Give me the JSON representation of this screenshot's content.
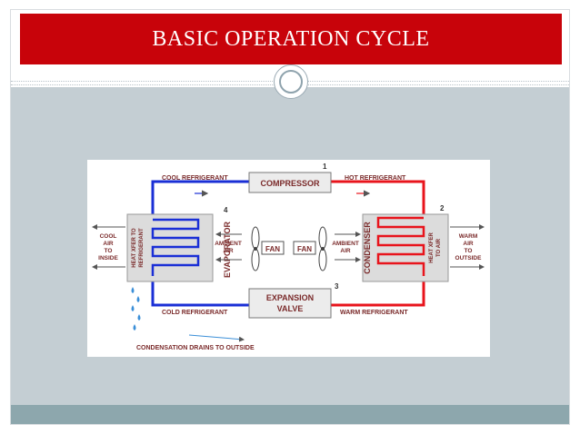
{
  "title": "BASIC OPERATION CYCLE",
  "diagram": {
    "compressor": "COMPRESSOR",
    "expansion_valve": [
      "EXPANSION",
      "VALVE"
    ],
    "evaporator": "EVAPORATOR",
    "condenser": "CONDENSER",
    "fan": "FAN",
    "ambient_air": [
      "AMBIENT",
      "AIR"
    ],
    "cool_refrigerant": "COOL REFRIGERANT",
    "hot_refrigerant": "HOT REFRIGERANT",
    "cold_refrigerant": "COLD REFRIGERANT",
    "warm_refrigerant": "WARM REFRIGERANT",
    "heat_xfer_to_refrigerant": [
      "HEAT XFER TO",
      "REFRIGERANT"
    ],
    "heat_xfer_to_air": [
      "HEAT XFER",
      "TO AIR"
    ],
    "cool_air_to_inside": [
      "COOL",
      "AIR",
      "TO",
      "INSIDE"
    ],
    "warm_air_to_outside": [
      "WARM",
      "AIR",
      "TO",
      "OUTSIDE"
    ],
    "condensation": "CONDENSATION DRAINS TO OUTSIDE",
    "step_numbers": [
      "1",
      "2",
      "3",
      "4"
    ],
    "colors": {
      "hot": "#e8141c",
      "cold": "#1a2fd6",
      "label": "#7a2a2a",
      "water": "#3b8fd8"
    }
  }
}
